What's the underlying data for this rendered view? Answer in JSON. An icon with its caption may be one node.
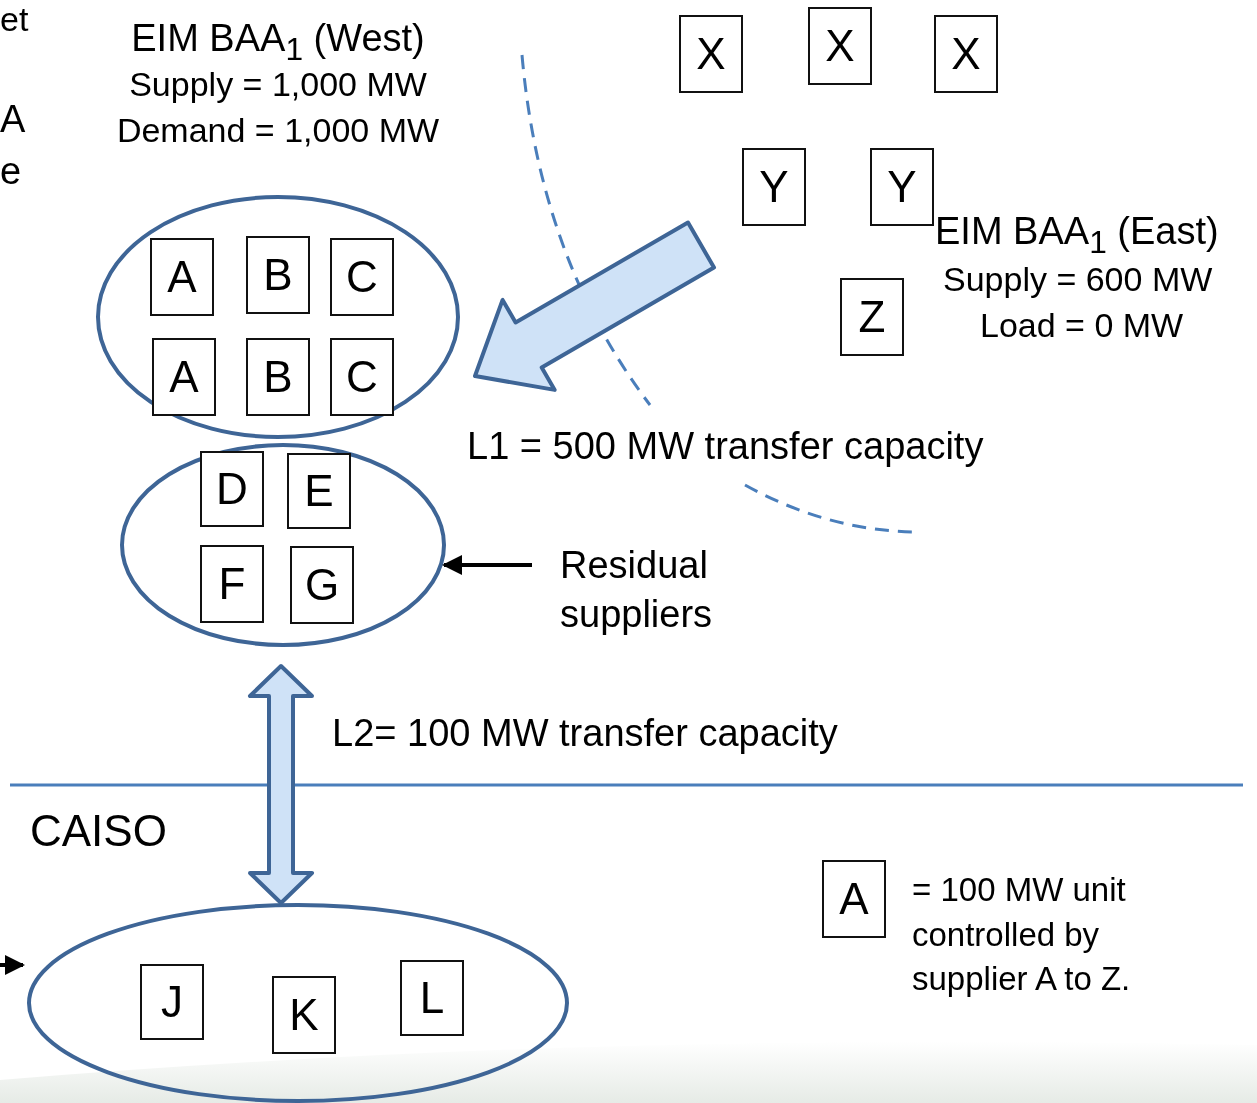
{
  "diagram": {
    "nodes": [
      {
        "text": [
          "EIM BAA$_{1}$ (West)",
          "Supply = 1,000 MW",
          "Demand = 1,000 MW"
        ]
      },
      {
        "text": [
          "A"
        ],
        "in": 0
      },
      {
        "text": [
          "B"
        ],
        "in": 0
      },
      {
        "text": [
          "C"
        ],
        "in": 0
      },
      {
        "text": [
          "A"
        ],
        "in": 0
      },
      {
        "text": [
          "B"
        ],
        "in": 0
      },
      {
        "text": [
          "C"
        ],
        "in": 0
      },
      {
        "text": [],
        "shape": "ellipse"
      },
      {
        "text": [
          "D"
        ],
        "in": 7
      },
      {
        "text": [
          "E"
        ],
        "in": 7
      },
      {
        "text": [
          "F"
        ],
        "in": 7
      },
      {
        "text": [
          "G"
        ],
        "in": 7
      },
      {
        "text": [
          "Residual suppliers"
        ]
      },
      {
        "text": [
          "X"
        ]
      },
      {
        "text": [
          "X"
        ]
      },
      {
        "text": [
          "X"
        ]
      },
      {
        "text": [
          "Y"
        ]
      },
      {
        "text": [
          "Y"
        ]
      },
      {
        "text": [
          "Z"
        ]
      },
      {
        "text": [],
        "shape": "ellipse"
      },
      {
        "text": [
          "J"
        ],
        "in": 19
      },
      {
        "text": [
          "K"
        ],
        "in": 19
      },
      {
        "text": [
          "L"
        ],
        "in": 19
      },
      {
        "text": [
          "A"
        ],
        "beside": [
          "= 100 MW unit controlled by supplier A to Z."
        ]
      }
    ],
    "edges": [
      {
        "from": null,
        "to": 0,
        "arrow": "to",
        "style": "thick"
      },
      {
        "from": 12,
        "to": 7,
        "arrow": "to"
      },
      {
        "from": 7,
        "to": 19,
        "arrow": "both",
        "style": "thick",
        "label": "L2= 100 MW transfer capacity"
      },
      {
        "from": null,
        "to": 19,
        "arrow": "to"
      }
    ],
    "labels": [
      "et",
      "A",
      "e",
      "EIM BAA$_{1}$ (East)",
      "Supply = 600 MW",
      "Load = 0 MW",
      "L1 = 500 MW transfer capacity",
      "CAISO"
    ]
  }
}
